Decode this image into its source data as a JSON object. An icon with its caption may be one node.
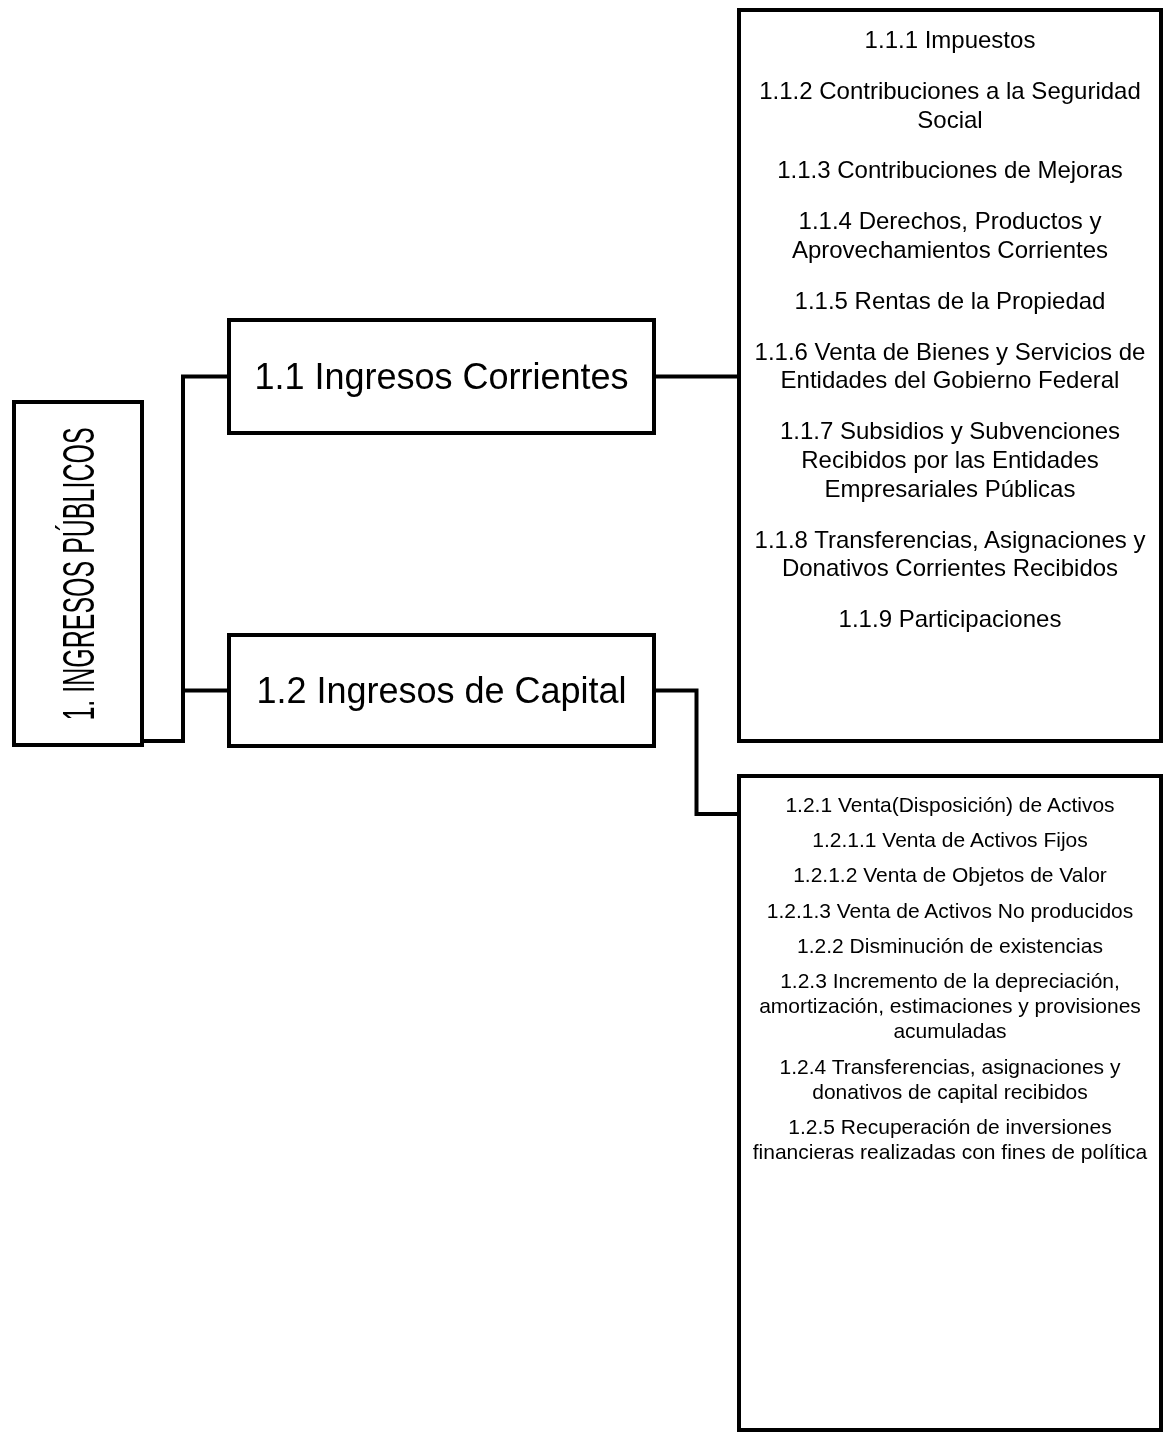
{
  "diagram": {
    "nodes": [
      {
        "text": [
          "1. INGRESOS PÚBLICOS"
        ]
      },
      {
        "text": [
          "1.1 Ingresos Corrientes"
        ]
      },
      {
        "text": [
          "1.1.1 Impuestos",
          "1.1.2 Contribuciones a la Seguridad Social",
          "1.1.3 Contribuciones de Mejoras",
          "1.1.4 Derechos, Productos y Aprovechamientos Corrientes",
          "1.1.5 Rentas de la Propiedad",
          "1.1.6 Venta de Bienes y Servicios de Entidades del Gobierno Federal",
          "1.1.7 Subsidios y Subvenciones Recibidos por las Entidades Empresariales Públicas",
          "1.1.8 Transferencias, Asignaciones y Donativos Corrientes Recibidos",
          "1.1.9 Participaciones"
        ]
      },
      {
        "text": [
          "1.2 Ingresos de Capital"
        ]
      },
      {
        "text": [
          "1.2.1 Venta(Disposición) de Activos",
          "1.2.1.1 Venta de Activos Fijos",
          "1.2.1.2 Venta de Objetos de Valor",
          "1.2.1.3 Venta de Activos No producidos",
          "1.2.2 Disminución de existencias",
          "1.2.3 Incremento de la depreciación, amortización, estimaciones y provisiones acumuladas",
          "1.2.4 Transferencias, asignaciones y donativos de capital recibidos",
          "1.2.5 Recuperación de inversiones financieras realizadas con fines de política"
        ]
      }
    ],
    "edges": [
      {
        "from": 0,
        "to": 1,
        "arrow": "none"
      },
      {
        "from": 0,
        "to": 3,
        "arrow": "none"
      },
      {
        "from": 1,
        "to": 2,
        "arrow": "none"
      },
      {
        "from": 3,
        "to": 4,
        "arrow": "none"
      }
    ]
  }
}
